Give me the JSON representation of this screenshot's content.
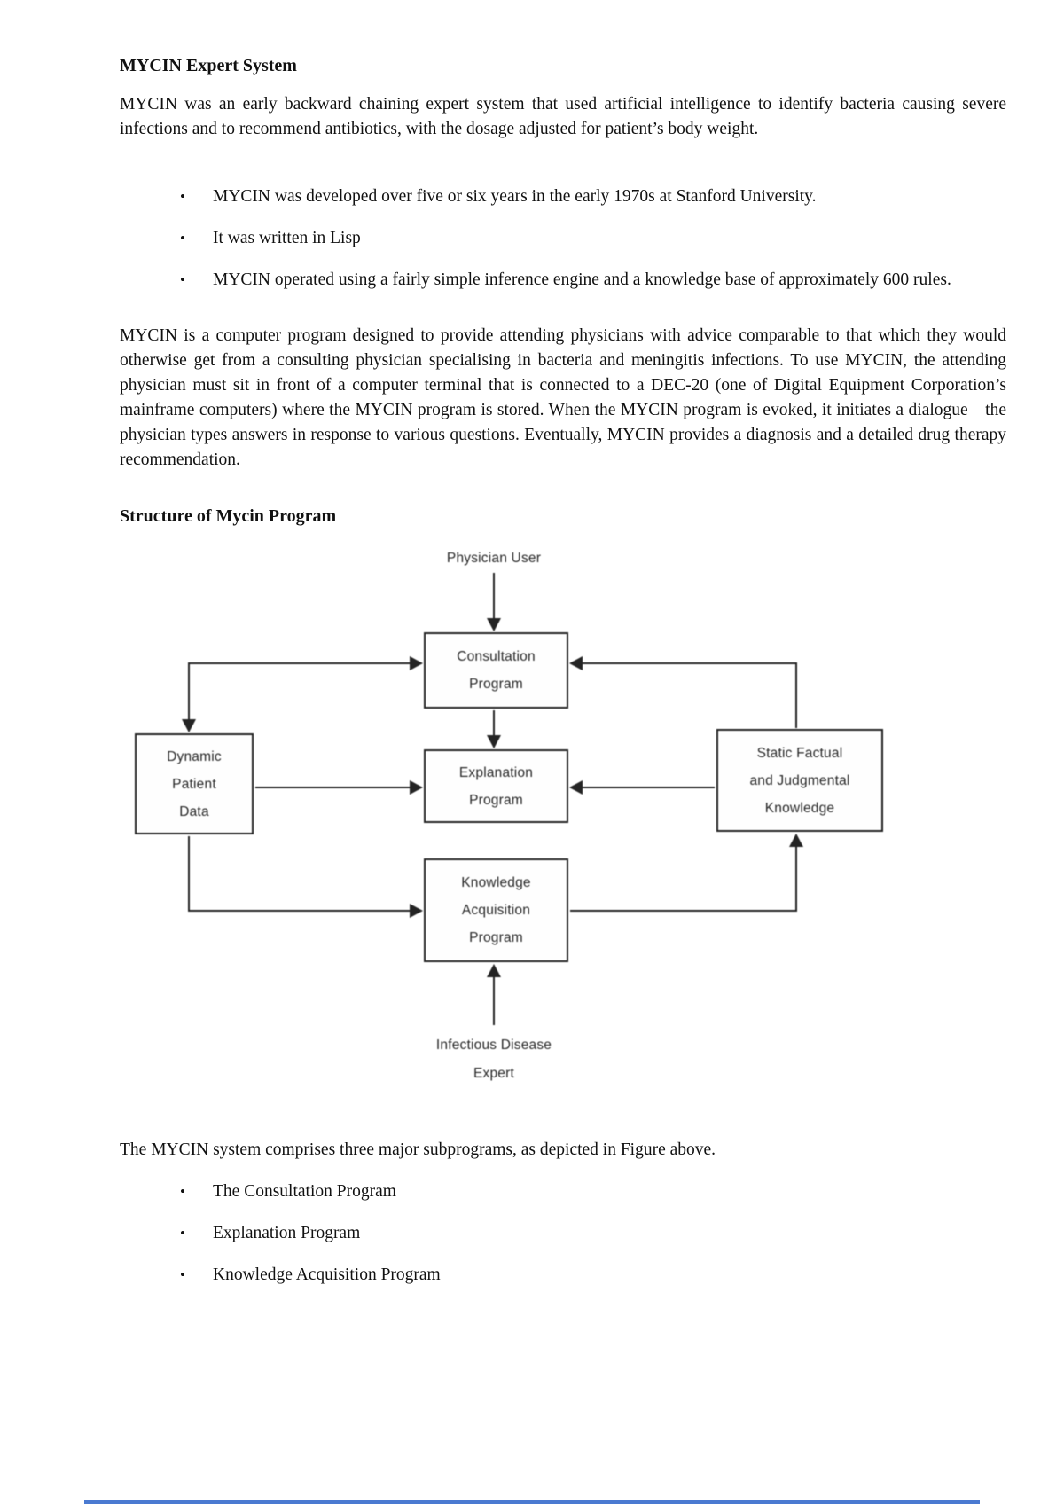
{
  "document": {
    "title": "MYCIN Expert System",
    "paragraph1": "MYCIN was an early backward chaining expert system that used artificial intelligence to identify bacteria causing severe infections and to recommend antibiotics, with the dosage adjusted for patient’s body weight.",
    "bullet_marker": "•",
    "bullets_top": [
      "MYCIN was developed over five or six years in the early 1970s at Stanford University.",
      "It was written in Lisp",
      "MYCIN operated using a fairly simple inference engine and a knowledge base of approximately 600 rules."
    ],
    "paragraph2": "MYCIN is a computer program designed to provide attending physicians with advice comparable to that which they would otherwise get from a consulting physician specialising in bacteria and meningitis infections. To use MYCIN, the attending physician must sit in front of a computer terminal that is connected to a DEC-20 (one of Digital Equipment Corporation’s mainframe computers) where the MYCIN program is stored. When the MYCIN program is evoked, it initiates a dialogue—the physician types answers in response to various questions. Eventually, MYCIN provides a diagnosis and a detailed drug therapy recommendation.",
    "heading2": "Structure of Mycin Program",
    "paragraph3": "The MYCIN system comprises three major subprograms, as depicted in Figure above.",
    "bullets_bottom": [
      "The Consultation Program",
      "Explanation Program",
      "Knowledge Acquisition Program"
    ]
  },
  "diagram": {
    "labels": {
      "physician_user": "Physician User",
      "infectious_line1": "Infectious Disease",
      "infectious_line2": "Expert"
    },
    "boxes": {
      "consultation": {
        "line1": "Consultation",
        "line2": "Program"
      },
      "explanation": {
        "line1": "Explanation",
        "line2": "Program"
      },
      "knowledge_acquisition": {
        "line1": "Knowledge",
        "line2": "Acquisition",
        "line3": "Program"
      },
      "dynamic_patient": {
        "line1": "Dynamic",
        "line2": "Patient",
        "line3": "Data"
      },
      "static_factual": {
        "line1": "Static Factual",
        "line2": "and Judgmental",
        "line3": "Knowledge"
      }
    }
  },
  "colors": {
    "ink": "#111111",
    "figure_ink": "#242424",
    "footer_bar": "#4a7ad1"
  }
}
